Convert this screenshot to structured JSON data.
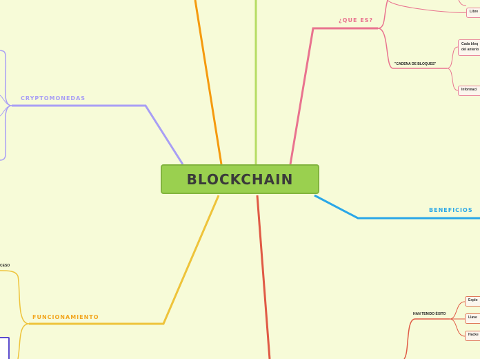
{
  "central_topic": "BLOCKCHAIN",
  "branches": {
    "que_es": {
      "label": "¿QUE ES?",
      "color": "#e9738f",
      "cadena": "\"CADENA DE BLOQUES\"",
      "leaves": [
        "Libre",
        "Cada bloq",
        "del anterio",
        "Informaci"
      ]
    },
    "cryptomonedas": {
      "label": "CRYPTOMONEDAS",
      "color": "#a89ef5"
    },
    "beneficios": {
      "label": "BENEFICIOS",
      "color": "#2aa7e8"
    },
    "funcionamiento": {
      "label": "FUNCIONAMIENTO",
      "color": "#f2a61f",
      "sub": "CESO"
    },
    "exito": {
      "color": "#e05a45",
      "label": "HAN TENIDO ÉXITO",
      "leaves": [
        "Explo",
        "Llave",
        "Hacke"
      ]
    }
  },
  "colors": {
    "background": "#f7fbd8",
    "central_fill": "#9ad04f",
    "orange_top": "#f59a0e",
    "green_top": "#b6dc63"
  }
}
